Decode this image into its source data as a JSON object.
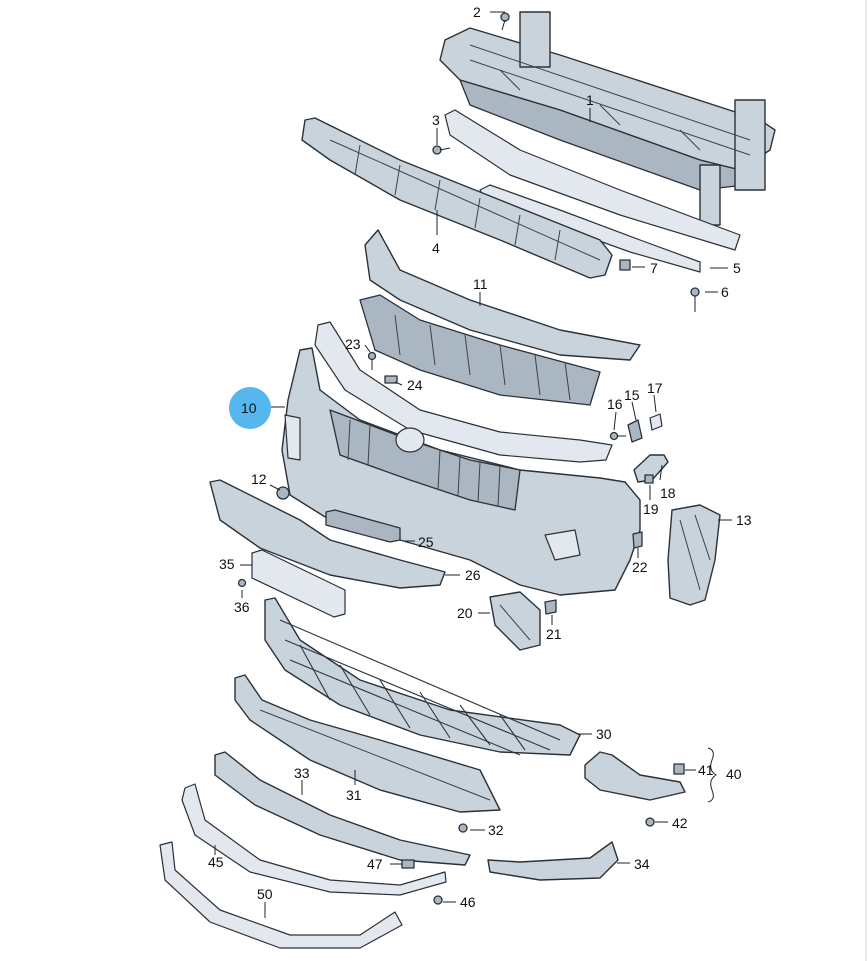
{
  "diagram": {
    "highlighted_part": "10",
    "highlight_color": "#55b7ee",
    "part_color": "#c9d3db",
    "labels": {
      "p1": "1",
      "p2": "2",
      "p3": "3",
      "p4": "4",
      "p5": "5",
      "p6": "6",
      "p7": "7",
      "p10": "10",
      "p11": "11",
      "p12": "12",
      "p13": "13",
      "p15": "15",
      "p16": "16",
      "p17": "17",
      "p18": "18",
      "p19": "19",
      "p20": "20",
      "p21": "21",
      "p22": "22",
      "p23": "23",
      "p24": "24",
      "p25": "25",
      "p26": "26",
      "p30": "30",
      "p31": "31",
      "p32": "32",
      "p33": "33",
      "p34": "34",
      "p35": "35",
      "p36": "36",
      "p40": "40",
      "p41": "41",
      "p42": "42",
      "p45": "45",
      "p46": "46",
      "p47": "47",
      "p50": "50"
    }
  }
}
